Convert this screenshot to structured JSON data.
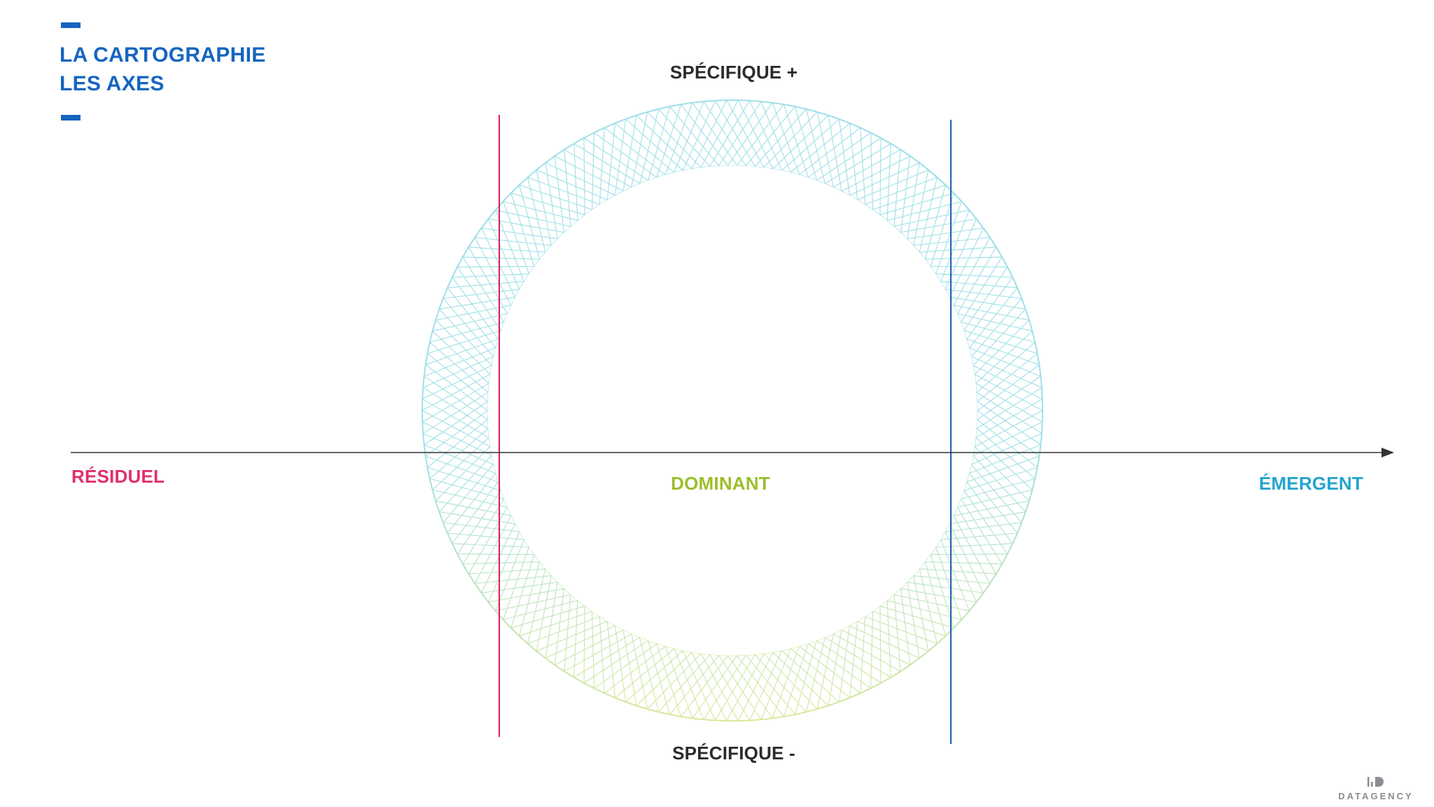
{
  "header": {
    "title_line1": "LA CARTOGRAPHIE",
    "title_line2": "LES AXES"
  },
  "axes": {
    "top": "SPÉCIFIQUE +",
    "bottom": "SPÉCIFIQUE -",
    "left": "RÉSIDUEL",
    "center": "DOMINANT",
    "right": "ÉMERGENT"
  },
  "colors": {
    "title": "#1565c0",
    "residuel": "#e0306b",
    "dominant": "#9bbf2c",
    "emergent": "#23a5cf",
    "ring_top": "#9fdfe8",
    "ring_bottom": "#d8e89a",
    "left_line": "#d81b60",
    "right_line": "#1e5fb4",
    "axis": "#333333"
  },
  "brand": {
    "name": "DATAGENCY"
  }
}
